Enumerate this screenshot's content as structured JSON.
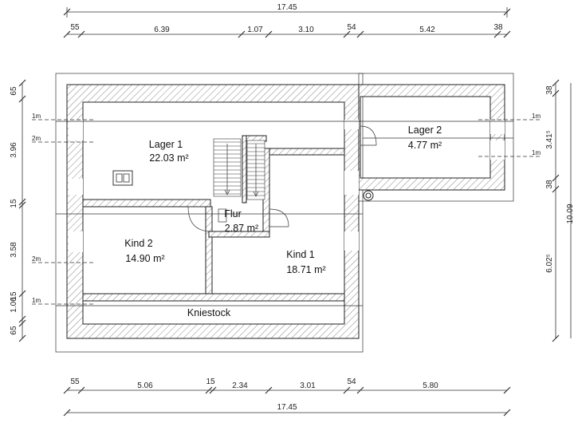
{
  "dimensions": {
    "top_total": "17.45",
    "top": [
      "55",
      "6.39",
      "1.07",
      "3.10",
      "54",
      "5.42",
      "38"
    ],
    "bottom_total": "17.45",
    "bottom": [
      "55",
      "5.06",
      "15",
      "2.34",
      "3.01",
      "54",
      "5.80"
    ],
    "left": [
      "65",
      "3.96",
      "15",
      "3.58",
      "1.06",
      "15",
      "65"
    ],
    "right_outer": [
      "38",
      "3.41⁵",
      "38",
      "6.02⁵"
    ],
    "right_partial": "10.09"
  },
  "rooms": [
    {
      "name": "Lager 1",
      "area": "22.03 m²"
    },
    {
      "name": "Lager 2",
      "area": "4.77 m²"
    },
    {
      "name": "Flur",
      "area": "2.87 m²"
    },
    {
      "name": "Kind 2",
      "area": "14.90 m²"
    },
    {
      "name": "Kind 1",
      "area": "18.71 m²"
    },
    {
      "name": "Kniestock",
      "area": ""
    }
  ],
  "height_markers": {
    "left": [
      "1m",
      "2m",
      "2m",
      "1m"
    ],
    "right": [
      "1m",
      "1m"
    ]
  }
}
